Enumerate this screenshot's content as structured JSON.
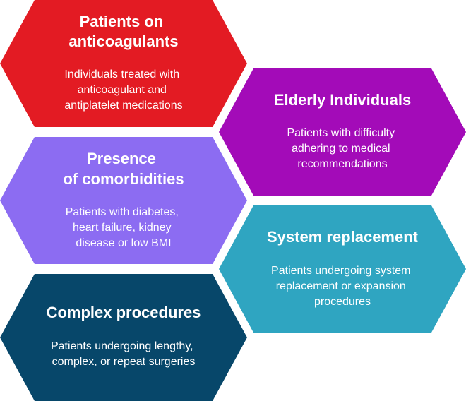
{
  "hexagons": [
    {
      "key": "anticoagulants",
      "title_lines": [
        "Patients on",
        "anticoagulants"
      ],
      "desc_lines": [
        "Individuals treated with",
        "anticoagulant and",
        "antiplatelet medications"
      ],
      "color": "#E31B23"
    },
    {
      "key": "elderly",
      "title_lines": [
        "Elderly Individuals"
      ],
      "desc_lines": [
        "Patients with difficulty",
        "adhering to medical",
        "recommendations"
      ],
      "color": "#A30BB8"
    },
    {
      "key": "comorbidities",
      "title_lines": [
        "Presence",
        "of comorbidities"
      ],
      "desc_lines": [
        "Patients with diabetes,",
        "heart failure, kidney",
        "disease or low BMI"
      ],
      "color": "#8C6CF2"
    },
    {
      "key": "system-replacement",
      "title_lines": [
        "System replacement"
      ],
      "desc_lines": [
        "Patients undergoing system",
        "replacement or expansion",
        "procedures"
      ],
      "color": "#2FA5C1"
    },
    {
      "key": "complex-procedures",
      "title_lines": [
        "Complex procedures"
      ],
      "desc_lines": [
        "Patients undergoing lengthy,",
        "complex, or repeat surgeries"
      ],
      "color": "#07476A"
    }
  ]
}
